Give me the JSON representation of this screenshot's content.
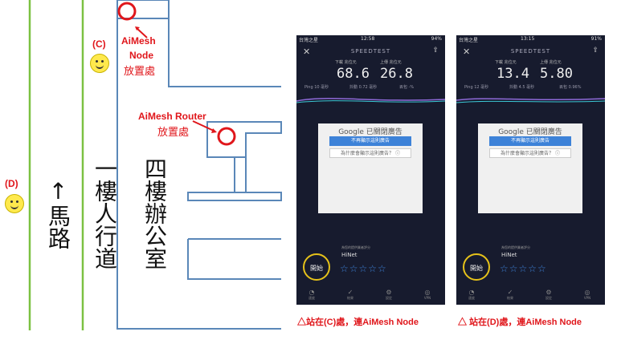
{
  "diagram": {
    "road_label": "↑馬路",
    "sidewalk_label": "一樓人行道",
    "office_label": "四樓辦公室",
    "label_c": "(C)",
    "label_d": "(D)",
    "node_label_1": "AiMesh",
    "node_label_2": "Node",
    "node_label_3": "放置處",
    "router_label_1": "AiMesh Router",
    "router_label_2": "放置處",
    "colors": {
      "road_line": "#7cc142",
      "wall": "#5a87b8",
      "marker": "#e0161b"
    }
  },
  "screens": [
    {
      "carrier": "台灣之星",
      "time": "12:58",
      "battery": "94%",
      "title": "SPEEDTEST",
      "download_label": "下載 兆位元",
      "upload_label": "上傳 兆位元",
      "download": "68.6",
      "upload": "26.8",
      "ping": "Ping 10 毫秒",
      "jitter": "抖動 0.72 毫秒",
      "loss": "丟包 -%",
      "ad_title": "Google 已關閉廣告",
      "ad_btn1": "不再顯示這則廣告",
      "ad_btn2": "為什麼會顯示這則廣告？ ⓘ",
      "start": "開始",
      "provider_hint": "為您的提供業者評分",
      "provider": "HiNet",
      "stars": "☆☆☆☆☆",
      "tab1": "速度",
      "tab2": "結果",
      "tab3": "設定",
      "tab4": "VPN"
    },
    {
      "carrier": "台灣之星",
      "time": "13:15",
      "battery": "91%",
      "title": "SPEEDTEST",
      "download_label": "下載 兆位元",
      "upload_label": "上傳 兆位元",
      "download": "13.4",
      "upload": "5.80",
      "ping": "Ping 12 毫秒",
      "jitter": "抖動 4.5 毫秒",
      "loss": "丟包 0.96%",
      "ad_title": "Google 已關閉廣告",
      "ad_btn1": "不再顯示這則廣告",
      "ad_btn2": "為什麼會顯示這則廣告？ ⓘ",
      "start": "開始",
      "provider_hint": "為您的提供業者評分",
      "provider": "HiNet",
      "stars": "☆☆☆☆☆",
      "tab1": "速度",
      "tab2": "結果",
      "tab3": "設定",
      "tab4": "VPN"
    }
  ],
  "captions": {
    "c": "△站在(C)處，連AiMesh Node",
    "d": "△ 站在(D)處，連AiMesh Node"
  }
}
